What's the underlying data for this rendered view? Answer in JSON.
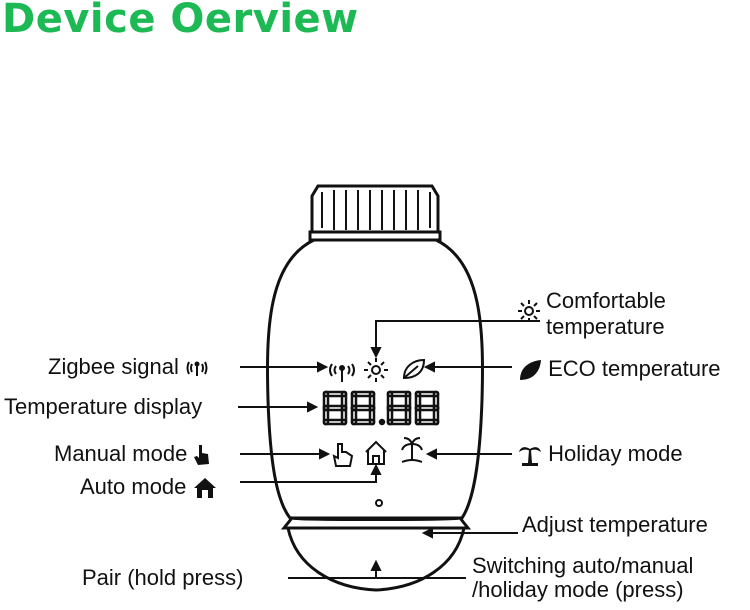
{
  "title": "Device Oerview",
  "accent_color": "#1db954",
  "display_digits": "88.88",
  "labels": {
    "zigbee": "Zigbee signal",
    "temp_display": "Temperature display",
    "manual": "Manual mode",
    "auto": "Auto mode",
    "comfort_line1": "Comfortable",
    "comfort_line2": "temperature",
    "eco": "ECO temperature",
    "holiday": "Holiday mode",
    "adjust": "Adjust temperature",
    "pair": "Pair (hold press)",
    "switch_line1": "Switching auto/manual",
    "switch_line2": "/holiday mode (press)"
  },
  "icons": [
    "zigbee-signal-icon",
    "sun-icon",
    "leaf-icon",
    "hand-icon",
    "house-icon",
    "palm-tree-icon"
  ]
}
